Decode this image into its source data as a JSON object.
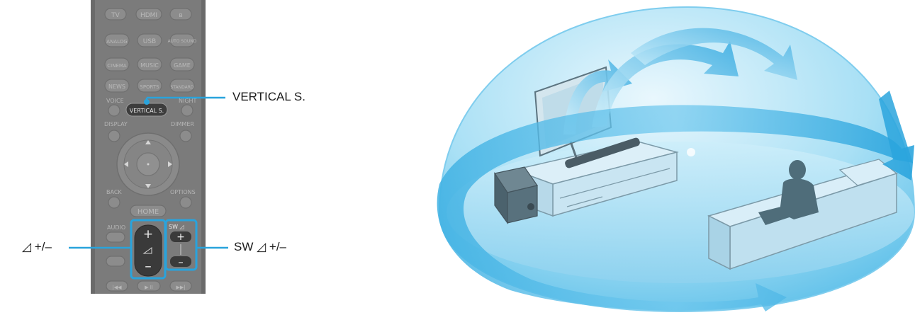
{
  "callouts": {
    "vertical_s": "VERTICAL S.",
    "volume": "◿ +/–",
    "sw_volume": "SW ◿ +/–"
  },
  "remote": {
    "row1": [
      "TV",
      "HDMI",
      "ʙ"
    ],
    "row2": [
      "ANALOG",
      "USB",
      "AUTO SOUND"
    ],
    "row3": [
      "CINEMA",
      "MUSIC",
      "GAME"
    ],
    "row4": [
      "NEWS",
      "SPORTS",
      "STANDARD"
    ],
    "voice": "VOICE",
    "vertical": "VERTICAL S.",
    "night": "NIGHT",
    "display": "DISPLAY",
    "dimmer": "DIMMER",
    "back": "BACK",
    "options": "OPTIONS",
    "home": "HOME",
    "audio": "AUDIO",
    "sw": "SW ◿",
    "plus": "+",
    "minus": "–",
    "transport": [
      "|◀◀",
      "▶ II",
      "▶▶|"
    ]
  },
  "colors": {
    "accent": "#29a3dc",
    "remote_body": "#7a7a7a",
    "dome": "#8fd2ef"
  }
}
